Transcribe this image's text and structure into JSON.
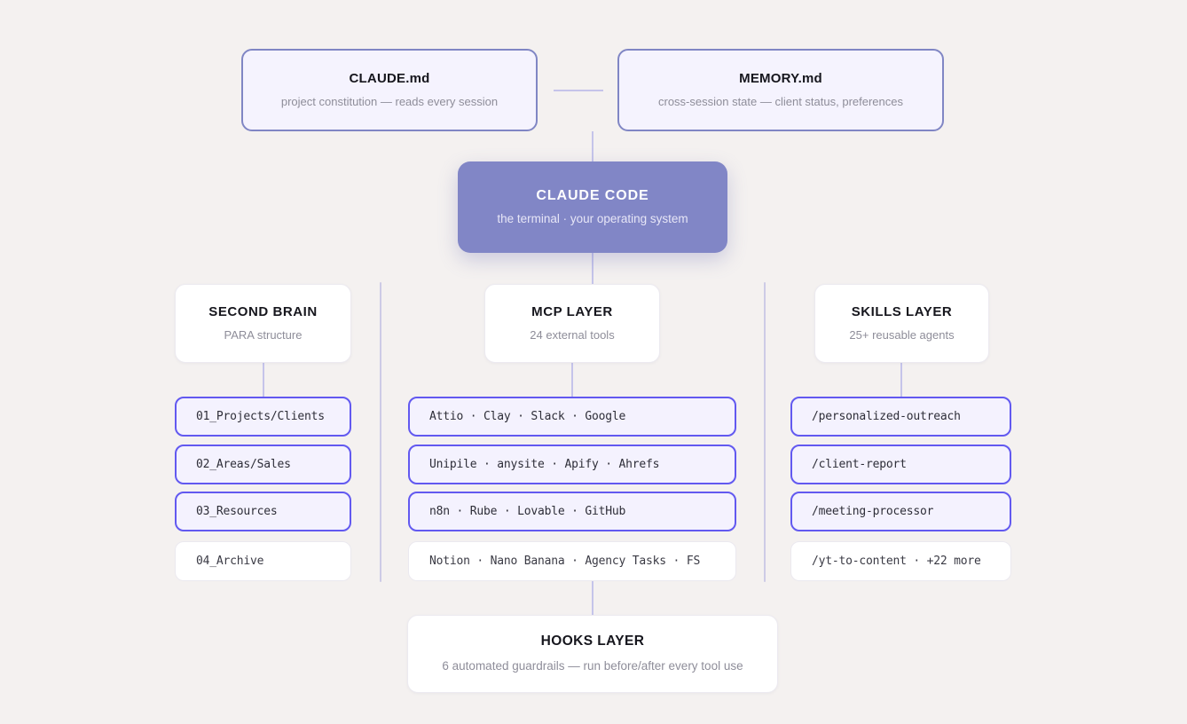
{
  "background": "#f4f1f0",
  "colors": {
    "accent_purple": "#6259f0",
    "hero_fill": "#8186c6",
    "md_border": "#8086c4",
    "md_fill": "#f5f3fe",
    "connector": "#c5c4ea",
    "subtitle_text": "#8e8d99"
  },
  "top_row": [
    {
      "title": "CLAUDE.md",
      "subtitle": "project constitution — reads every session"
    },
    {
      "title": "MEMORY.md",
      "subtitle": "cross-session state — client status, preferences"
    }
  ],
  "hero": {
    "title": "CLAUDE CODE",
    "subtitle": "the terminal · your operating system"
  },
  "columns": [
    {
      "id": "second-brain",
      "title": "SECOND BRAIN",
      "subtitle": "PARA structure",
      "items": [
        {
          "label": "01_Projects/Clients",
          "style": "active"
        },
        {
          "label": "02_Areas/Sales",
          "style": "active"
        },
        {
          "label": "03_Resources",
          "style": "active"
        },
        {
          "label": "04_Archive",
          "style": "muted"
        }
      ]
    },
    {
      "id": "mcp-layer",
      "title": "MCP LAYER",
      "subtitle": "24 external tools",
      "items": [
        {
          "label": "Attio · Clay · Slack · Google",
          "style": "active"
        },
        {
          "label": "Unipile · anysite · Apify · Ahrefs",
          "style": "active"
        },
        {
          "label": "n8n · Rube · Lovable · GitHub",
          "style": "active"
        },
        {
          "label": "Notion · Nano Banana · Agency Tasks · FS",
          "style": "muted"
        }
      ]
    },
    {
      "id": "skills-layer",
      "title": "SKILLS LAYER",
      "subtitle": "25+ reusable agents",
      "items": [
        {
          "label": "/personalized-outreach",
          "style": "active"
        },
        {
          "label": "/client-report",
          "style": "active"
        },
        {
          "label": "/meeting-processor",
          "style": "active"
        },
        {
          "label": "/yt-to-content · +22 more",
          "style": "muted"
        }
      ]
    }
  ],
  "hooks": {
    "title": "HOOKS LAYER",
    "subtitle": "6 automated guardrails — run before/after every tool use"
  }
}
